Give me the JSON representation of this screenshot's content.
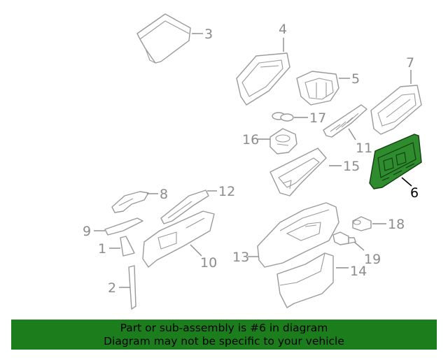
{
  "callouts": {
    "c1": "1",
    "c2": "2",
    "c3": "3",
    "c4": "4",
    "c5": "5",
    "c6": "6",
    "c7": "7",
    "c8": "8",
    "c9": "9",
    "c10": "10",
    "c11": "11",
    "c12": "12",
    "c13": "13",
    "c14": "14",
    "c15": "15",
    "c16": "16",
    "c17": "17",
    "c18": "18",
    "c19": "19"
  },
  "highlighted_part": "6",
  "colors": {
    "highlight": "#2e8b2e",
    "banner": "#1c7d1c",
    "line": "#9a9a9a"
  },
  "banner": {
    "line1": "Part or sub-assembly is #6 in diagram",
    "line2": "Diagram may not be specific to your vehicle"
  }
}
